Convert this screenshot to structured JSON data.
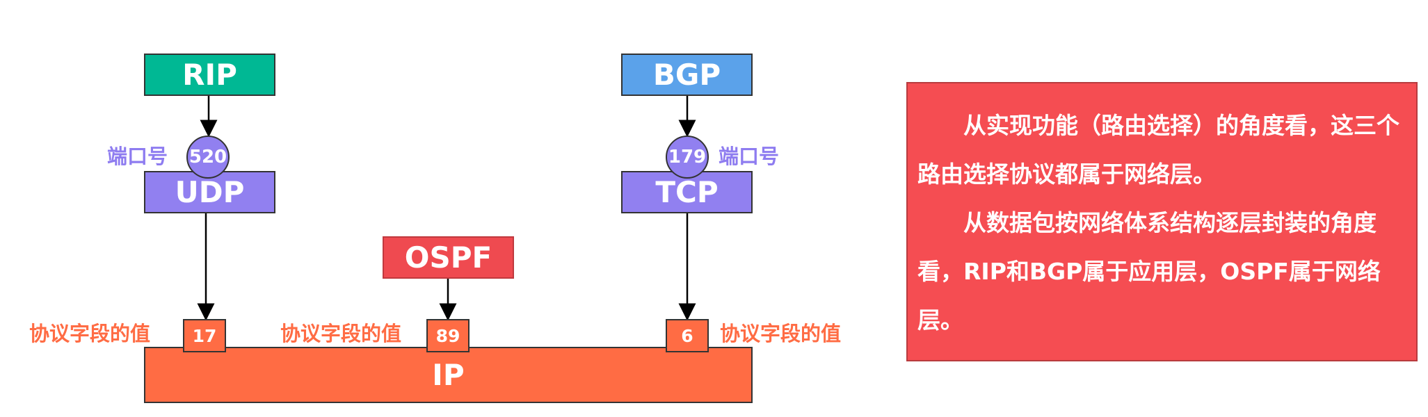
{
  "protocols": {
    "rip": "RIP",
    "bgp": "BGP",
    "udp": "UDP",
    "tcp": "TCP",
    "ospf": "OSPF",
    "ip": "IP"
  },
  "ports": {
    "rip_port": "520",
    "bgp_port": "179",
    "label": "端口号"
  },
  "protocol_field": {
    "label": "协议字段的值",
    "udp_value": "17",
    "ospf_value": "89",
    "tcp_value": "6"
  },
  "note": {
    "paragraph1": "从实现功能（路由选择）的角度看，这三个路由选择协议都属于网络层。",
    "paragraph2": "从数据包按网络体系结构逐层封装的角度看，RIP和BGP属于应用层，OSPF属于网络层。"
  },
  "colors": {
    "rip": "#00b894",
    "bgp": "#5ba2ea",
    "transport": "#9180f0",
    "ospf": "#ef4a50",
    "ip": "#ff6c44",
    "note_background": "#f54d52"
  }
}
